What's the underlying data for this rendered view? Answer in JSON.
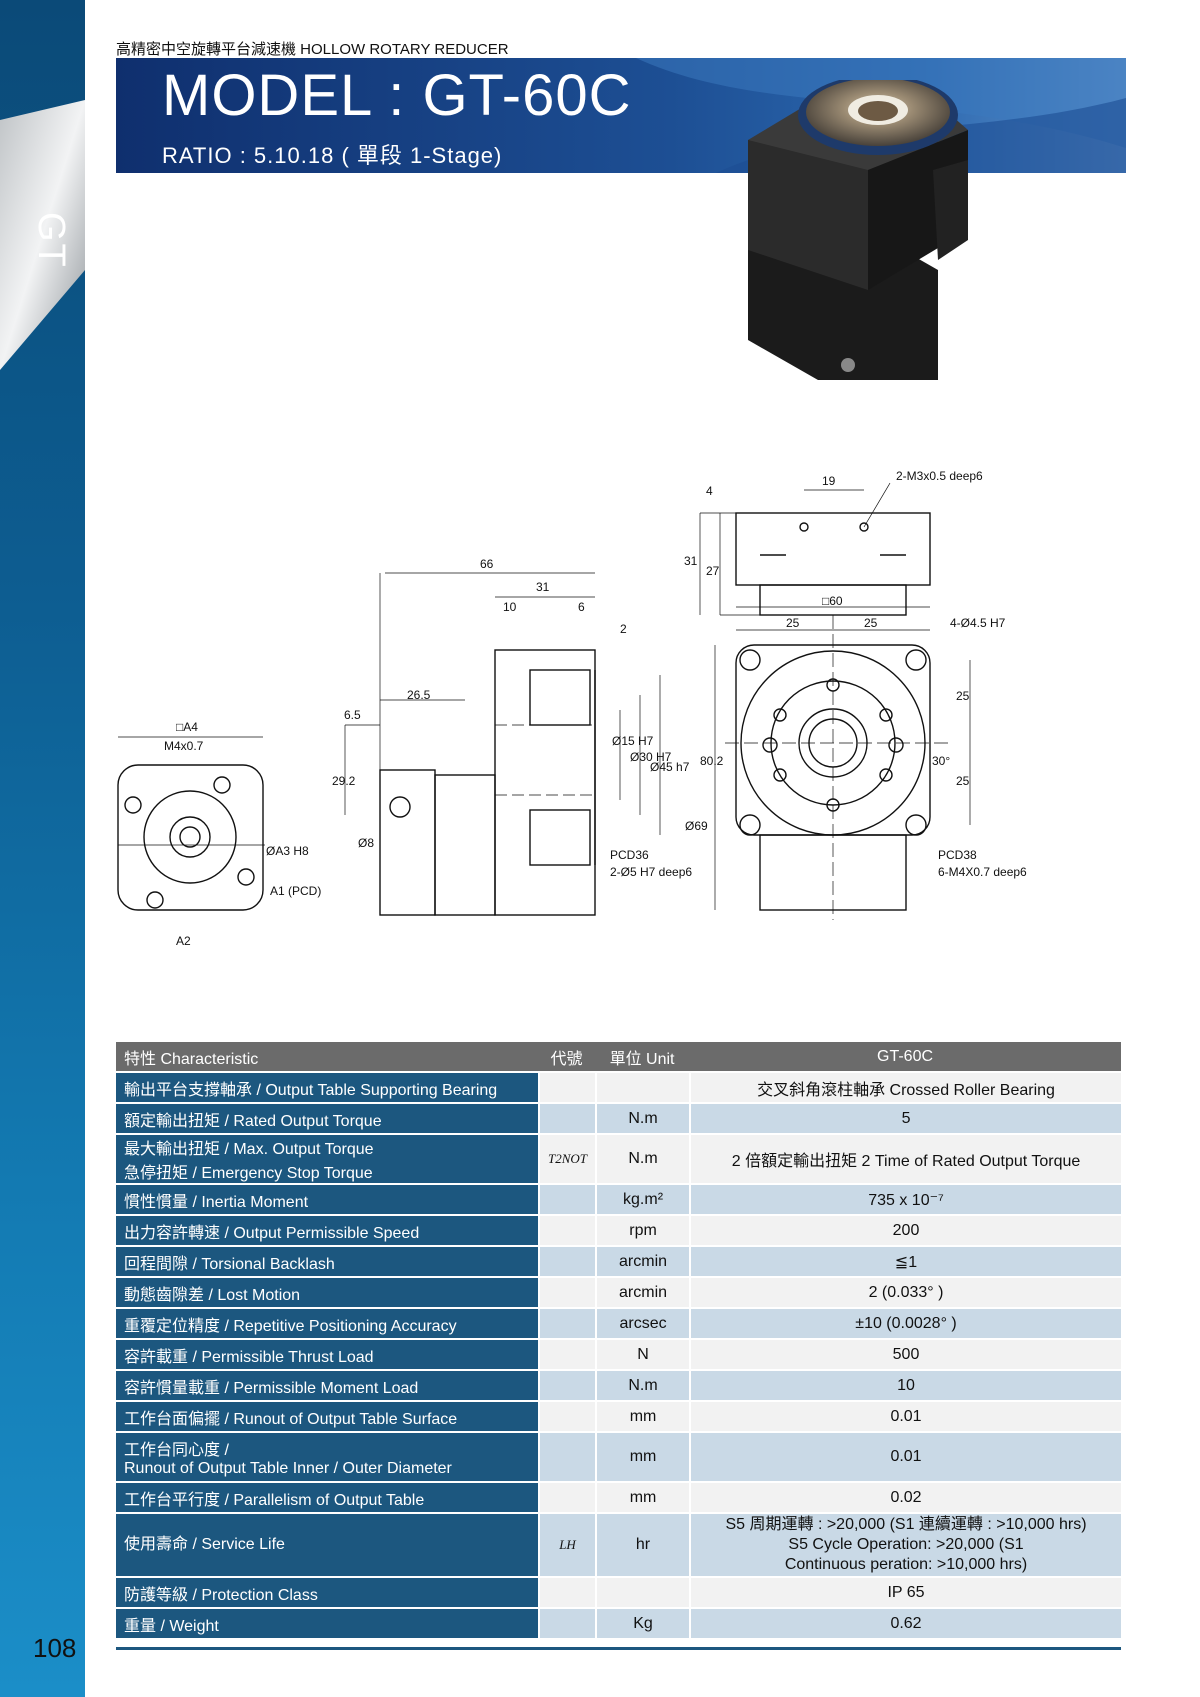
{
  "side_tag": "GT",
  "header": {
    "caption": "高精密中空旋轉平台減速機 HOLLOW ROTARY REDUCER",
    "model": "MODEL : GT-60C",
    "ratio": "RATIO : 5.10.18 ( 單段 1-Stage)"
  },
  "drawing": {
    "top_view": {
      "dim_19": "19",
      "thread": "2-M3x0.5 deep6",
      "dim_4": "4",
      "dim_31": "31",
      "dim_27": "27"
    },
    "side_view": {
      "dim_66": "66",
      "dim_31": "31",
      "dim_10": "10",
      "dim_6": "6",
      "dim_2": "2",
      "dim_26_5": "26.5",
      "dim_6_5": "6.5",
      "dim_29_2": "29.2",
      "dim_8": "Ø8",
      "d15": "Ø15 H7",
      "d30": "Ø30 H7",
      "d45": "Ø45 h7"
    },
    "motor_view": {
      "a4": "□A4",
      "m4": "M4x0.7",
      "a3": "ØA3 H8",
      "a1": "A1 (PCD)",
      "a2": "A2"
    },
    "front_view": {
      "sq60": "□60",
      "d25a": "25",
      "d25b": "25",
      "holes": "4-Ø4.5 H7",
      "d25c": "25",
      "d25d": "25",
      "ang": "30°",
      "h80": "80.2",
      "d69": "Ø69",
      "pcd36": "PCD36",
      "pcd36_holes": "2-Ø5 H7 deep6",
      "pcd38": "PCD38",
      "pcd38_holes": "6-M4X0.7 deep6"
    }
  },
  "table": {
    "headers": {
      "characteristic": "特性 Characteristic",
      "symbol": "代號",
      "unit": "單位 Unit",
      "model": "GT-60C"
    },
    "rows": [
      {
        "key": "輸出平台支撐軸承 / Output Table Supporting Bearing",
        "symbol": "",
        "unit": "",
        "value": "交叉斜角滾柱軸承 Crossed Roller Bearing"
      },
      {
        "key": "額定輸出扭矩 / Rated Output Torque",
        "symbol": "",
        "unit": "N.m",
        "value": "5"
      },
      {
        "key": "最大輸出扭矩 / Max. Output Torque",
        "key2": "急停扭矩 / Emergency Stop Torque",
        "symbol": "T2NOT",
        "unit": "N.m",
        "value": "2 倍額定輸出扭矩 2 Time of Rated Output Torque"
      },
      {
        "key": "慣性慣量 / Inertia Moment",
        "symbol": "",
        "unit": "kg.m²",
        "value": "735 x 10⁻⁷"
      },
      {
        "key": "出力容許轉速 / Output Permissible Speed",
        "symbol": "",
        "unit": "rpm",
        "value": "200"
      },
      {
        "key": "回程間隙 / Torsional Backlash",
        "symbol": "",
        "unit": "arcmin",
        "value": "≦1"
      },
      {
        "key": "動態齒隙差 / Lost Motion",
        "symbol": "",
        "unit": "arcmin",
        "value": "2 (0.033° )"
      },
      {
        "key": "重覆定位精度 / Repetitive Positioning Accuracy",
        "symbol": "",
        "unit": "arcsec",
        "value": "±10 (0.0028° )"
      },
      {
        "key": "容許載重 / Permissible Thrust Load",
        "symbol": "",
        "unit": "N",
        "value": "500"
      },
      {
        "key": "容許慣量載重 / Permissible Moment Load",
        "symbol": "",
        "unit": "N.m",
        "value": "10"
      },
      {
        "key": "工作台面偏擺 / Runout of Output Table Surface",
        "symbol": "",
        "unit": "mm",
        "value": "0.01"
      },
      {
        "key": "工作台同心度 /",
        "key2": "Runout of Output Table Inner / Outer Diameter",
        "symbol": "",
        "unit": "mm",
        "value": "0.01"
      },
      {
        "key": "工作台平行度 / Parallelism of Output Table",
        "symbol": "",
        "unit": "mm",
        "value": "0.02"
      },
      {
        "key": "使用壽命 / Service Life",
        "symbol": "LH",
        "unit": "hr",
        "value": "S5 周期運轉 : >20,000 (S1 連續運轉 : >10,000 hrs)",
        "value2": "S5 Cycle Operation: >20,000 (S1",
        "value3": "Continuous peration: >10,000 hrs)"
      },
      {
        "key": "防護等級 / Protection Class",
        "symbol": "",
        "unit": "",
        "value": "IP 65"
      },
      {
        "key": "重量 / Weight",
        "symbol": "",
        "unit": "Kg",
        "value": "0.62"
      }
    ]
  },
  "page_number": "108"
}
